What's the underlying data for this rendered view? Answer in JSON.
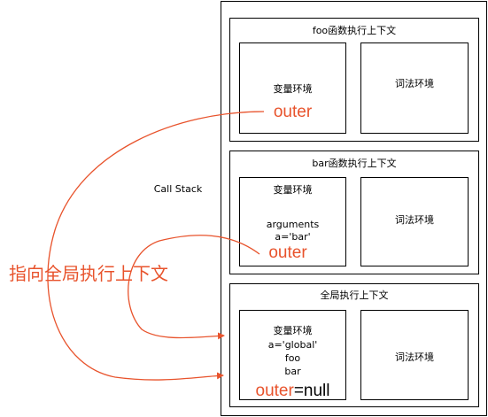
{
  "call_stack": {
    "label": "Call Stack"
  },
  "foo_context": {
    "title": "foo函数执行上下文",
    "variable_env": {
      "label": "变量环境",
      "outer": "outer"
    },
    "lexical_env": {
      "label": "词法环境"
    }
  },
  "bar_context": {
    "title": "bar函数执行上下文",
    "variable_env": {
      "label": "变量环境",
      "line1": "arguments",
      "line2": "a='bar'",
      "outer": "outer"
    },
    "lexical_env": {
      "label": "词法环境"
    }
  },
  "global_context": {
    "title": "全局执行上下文",
    "variable_env": {
      "label": "变量环境",
      "line1": "a='global'",
      "line2": "foo",
      "line3": "bar",
      "outer": "outer",
      "outer_value": "=null"
    },
    "lexical_env": {
      "label": "词法环境"
    }
  },
  "annotation": {
    "text": "指向全局执行上下文"
  },
  "colors": {
    "accent": "#e8532c",
    "border": "#000000"
  }
}
